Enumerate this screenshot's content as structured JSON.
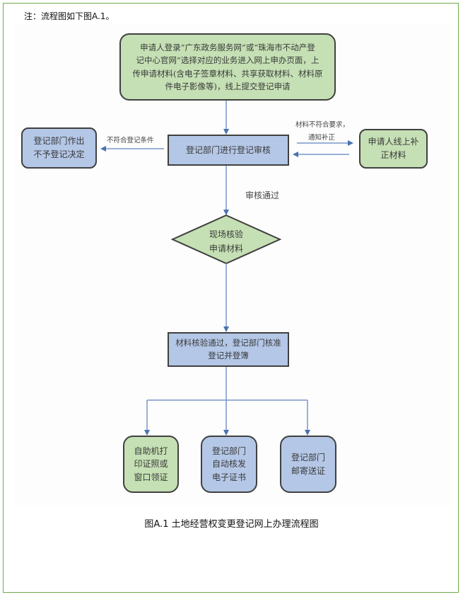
{
  "note": "注：流程图如下图A.1。",
  "colors": {
    "frame_border": "#70ad47",
    "green_fill": "#c5e0b4",
    "blue_fill": "#b4c7e7",
    "arrow": "#4a72b0",
    "node_border": "#404040"
  },
  "nodes": {
    "apply_online": {
      "lines": [
        "申请人登录“广东政务服务网”或“珠海市不动产登",
        "记中心官网”选择对应的业务进入网上申办页面，上",
        "传申请材料(含电子签章材料、共享获取材料、材料原",
        "件电子影像等)，线上提交登记申请"
      ]
    },
    "reject_decision": {
      "lines": [
        "登记部门作出",
        "不予登记决定"
      ]
    },
    "registration_review": {
      "lines": [
        "登记部门进行登记审核"
      ]
    },
    "supplement_materials": {
      "lines": [
        "申请人线上补",
        "正材料"
      ]
    },
    "onsite_verification": {
      "lines": [
        "现场核验",
        "申请材料"
      ]
    },
    "approve_register": {
      "lines": [
        "材料核验通过，登记部门核准",
        "登记并登簿"
      ]
    },
    "self_service_print": {
      "lines": [
        "自助机打",
        "印证照或",
        "窗口领证"
      ]
    },
    "auto_e_certificate": {
      "lines": [
        "登记部门",
        "自动核发",
        "电子证书"
      ]
    },
    "mail_certificate": {
      "lines": [
        "登记部门",
        "邮寄送证"
      ]
    }
  },
  "edge_labels": {
    "not_eligible": "不符合登记条件",
    "not_meet_req_line1": "材料不符合要求，",
    "not_meet_req_line2": "通知补正",
    "review_passed": "审核通过"
  },
  "caption": "图A.1 土地经营权变更登记网上办理流程图"
}
